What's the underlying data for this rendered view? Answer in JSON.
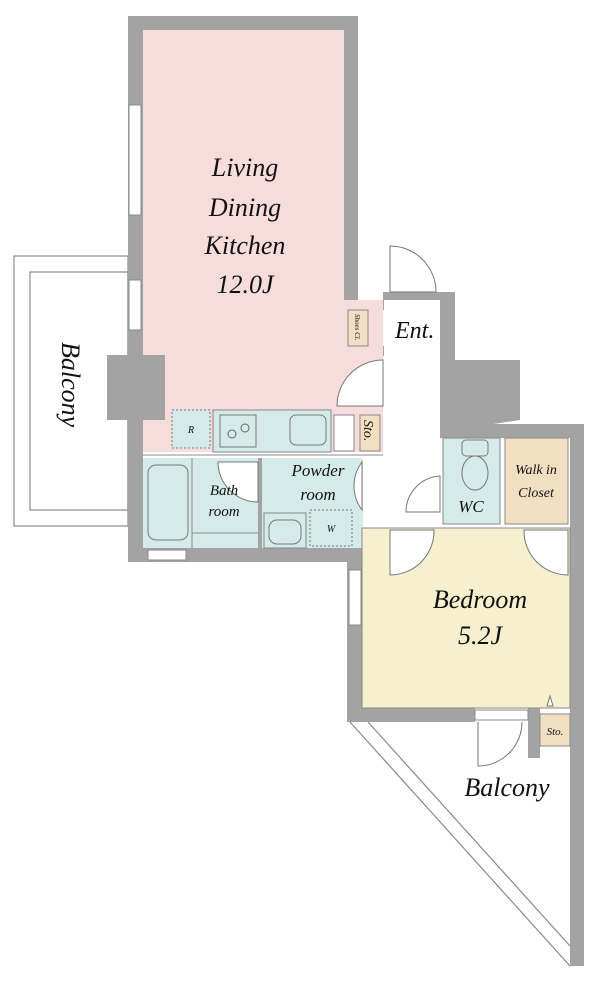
{
  "rooms": {
    "ldk": {
      "line1": "Living",
      "line2": "Dining",
      "line3": "Kitchen",
      "size": "12.0J"
    },
    "balcony_left": "Balcony",
    "entrance": "Ent.",
    "shoes_closet": "Shoes Cl.",
    "storage_kitchen": "Sto.",
    "refrigerator": "R",
    "bath": {
      "line1": "Bath",
      "line2": "room"
    },
    "powder": {
      "line1": "Powder",
      "line2": "room"
    },
    "washer": "W",
    "wc": "WC",
    "walk_in_closet": {
      "line1": "Walk in",
      "line2": "Closet"
    },
    "bedroom": {
      "line1": "Bedroom",
      "line2": "5.2J"
    },
    "storage_bedroom": "Sto.",
    "balcony_bottom": "Balcony"
  },
  "colors": {
    "ldk": "#f7dcdc",
    "wet": "#d5ebe9",
    "storage": "#f2dfc2",
    "bedroom": "#f7f0cf",
    "wall": "#a3a3a3"
  }
}
